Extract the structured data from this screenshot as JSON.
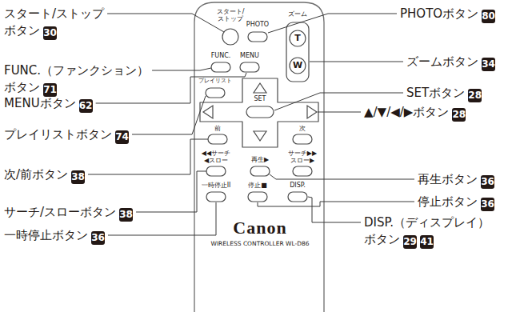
{
  "diagram": {
    "labels": [
      "スタート/ストップ ボタン",
      "30",
      "FUNC.（ファンクション） ボタン",
      "71",
      "MENUボタン",
      "62",
      "プレイリストボタン",
      "74",
      "次/前ボタン",
      "38",
      "サーチ/スローボタン",
      "38",
      "一時停止ボタン",
      "36",
      "PHOTOボタン",
      "80",
      "ズームボタン",
      "34",
      "SETボタン",
      "28",
      "▲/▼/◀/▶ボタン",
      "28",
      "再生ボタン",
      "36",
      "停止ボタン",
      "36",
      "DISP.（ディスプレイ） ボタン",
      "29",
      "41",
      "スタート/ ストップ",
      "PHOTO",
      "ズーム",
      "T",
      "W",
      "FUNC.",
      "MENU",
      "プレイリスト",
      "SET",
      "前",
      "次",
      "◀◀サーチ ◀スロー",
      "再生▶",
      "サーチ▶▶ スロー▶",
      "一時停止II",
      "停止■",
      "DISP.",
      "Canon",
      "WIRELESS CONTROLLER WL-D86"
    ]
  }
}
